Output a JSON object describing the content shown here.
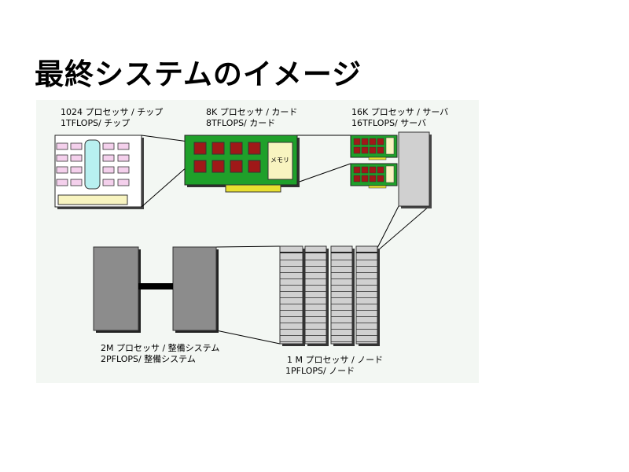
{
  "title": "最終システムのイメージ",
  "labels": {
    "chip": [
      "1024 プロセッサ / チップ",
      "1TFLOPS/ チップ"
    ],
    "card": [
      "8K プロセッサ / カード",
      "8TFLOPS/ カード"
    ],
    "server": [
      "16K プロセッサ / サーバ",
      "16TFLOPS/ サーバ"
    ],
    "system": [
      "2M プロセッサ / 整備システム",
      "2PFLOPS/ 整備システム"
    ],
    "node": [
      "1 M プロセッサ / ノード",
      "1PFLOPS/ ノード"
    ],
    "memory": "メモリ"
  },
  "colors": {
    "panel": "#f3f7f3",
    "card_green": "#1fa02a",
    "processor_red": "#a01818",
    "memory_yellow": "#f8f4c0",
    "chip_pink": "#f4d0ec",
    "chip_cyan": "#b8f0f0",
    "rack_gray": "#d0d0d0",
    "system_gray": "#8c8c8c"
  }
}
